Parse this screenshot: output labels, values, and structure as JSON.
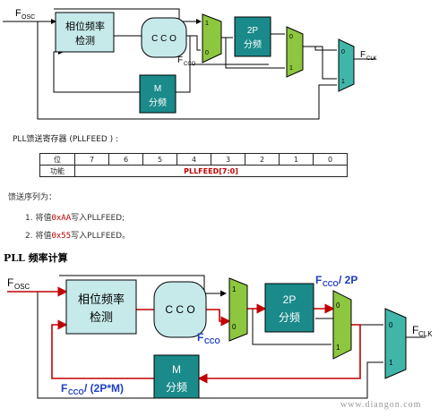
{
  "diagram1": {
    "fosc": "F",
    "fosc_sub": "OSC",
    "phase_detector": [
      "相位频率",
      "检测"
    ],
    "cco": "C C O",
    "fcco": "F",
    "fcco_sub": "CCO",
    "mux_labels": [
      "1",
      "0"
    ],
    "p_divider": [
      "2P",
      "分频"
    ],
    "m_divider": [
      "M",
      "分频"
    ],
    "fclk": "F",
    "fclk_sub": "CLK"
  },
  "feed": {
    "title": "PLL馈送寄存器 (PLLFEED ) :",
    "row1_label": "位",
    "bits": [
      "7",
      "6",
      "5",
      "4",
      "3",
      "2",
      "1",
      "0"
    ],
    "row2_label": "功能",
    "field": "PLLFEED[7:0]"
  },
  "sequence": {
    "title": "馈送序列为：",
    "step1_prefix": "1. 将值",
    "step1_value": "0xAA",
    "step1_suffix": "写入PLLFEED;",
    "step2_prefix": "2. 将值",
    "step2_value": "0x55",
    "step2_suffix": "写入PLLFEED。"
  },
  "calc_title": "PLL 频率计算",
  "diagram2": {
    "fosc": "F",
    "fosc_sub": "OSC",
    "phase_detector": [
      "相位频率",
      "检测"
    ],
    "cco": "C C O",
    "fcco": "F",
    "fcco_sub": "CCO",
    "fcco_div2p": "F",
    "fcco_div2p_sub": "CCO",
    "fcco_div2p_tail": " / 2P",
    "fcco_div2pm": "F",
    "fcco_div2pm_sub": "CCO",
    "fcco_div2pm_tail": " / (2P*M)",
    "mux_labels": [
      "1",
      "0"
    ],
    "p_divider": [
      "2P",
      "分频"
    ],
    "m_divider": [
      "M",
      "分频"
    ],
    "fclk": "F",
    "fclk_sub": "CLK"
  },
  "watermark": "www.diangon.com",
  "colors": {
    "teal_box": "#1a8a8a",
    "light_box": "#c6e9ea",
    "mux_green": "#8dc63f",
    "mux_green_bottom": "#76b530",
    "mux_teal": "#3fb6a8",
    "signal_red": "#c00000",
    "label_blue": "#1f3fbf"
  }
}
